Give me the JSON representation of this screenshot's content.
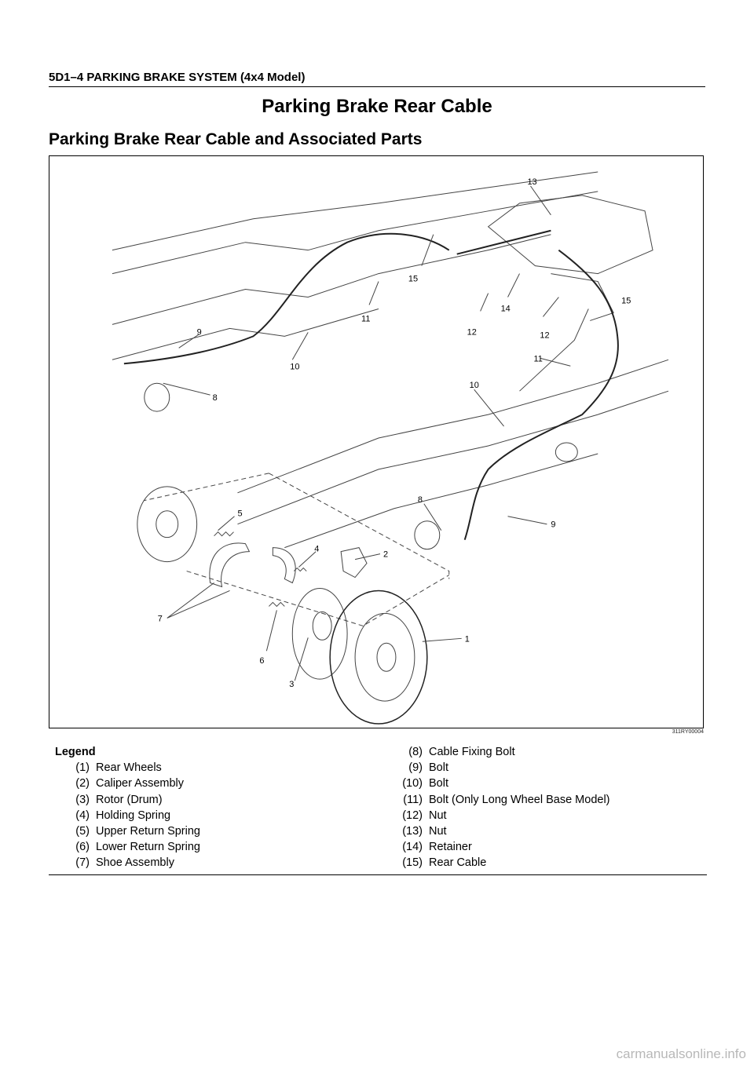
{
  "header": {
    "text": "5D1–4  PARKING BRAKE SYSTEM (4x4 Model)"
  },
  "title": "Parking Brake Rear Cable",
  "subtitle": "Parking Brake Rear Cable and Associated Parts",
  "figure": {
    "id": "311RY00004",
    "callouts": [
      "13",
      "15",
      "11",
      "12",
      "14",
      "15",
      "12",
      "11",
      "9",
      "10",
      "8",
      "10",
      "5",
      "4",
      "2",
      "8",
      "9",
      "7",
      "6",
      "3",
      "1"
    ]
  },
  "legend": {
    "title": "Legend",
    "left": [
      {
        "num": "(1)",
        "text": "Rear Wheels"
      },
      {
        "num": "(2)",
        "text": "Caliper Assembly"
      },
      {
        "num": "(3)",
        "text": "Rotor (Drum)"
      },
      {
        "num": "(4)",
        "text": "Holding Spring"
      },
      {
        "num": "(5)",
        "text": "Upper Return Spring"
      },
      {
        "num": "(6)",
        "text": "Lower Return Spring"
      },
      {
        "num": "(7)",
        "text": "Shoe Assembly"
      }
    ],
    "right": [
      {
        "num": "(8)",
        "text": "Cable Fixing Bolt"
      },
      {
        "num": "(9)",
        "text": "Bolt"
      },
      {
        "num": "(10)",
        "text": "Bolt"
      },
      {
        "num": "(11)",
        "text": "Bolt (Only Long Wheel Base Model)"
      },
      {
        "num": "(12)",
        "text": "Nut"
      },
      {
        "num": "(13)",
        "text": "Nut"
      },
      {
        "num": "(14)",
        "text": "Retainer"
      },
      {
        "num": "(15)",
        "text": "Rear Cable"
      }
    ]
  },
  "watermark": "carmanualsonline.info"
}
